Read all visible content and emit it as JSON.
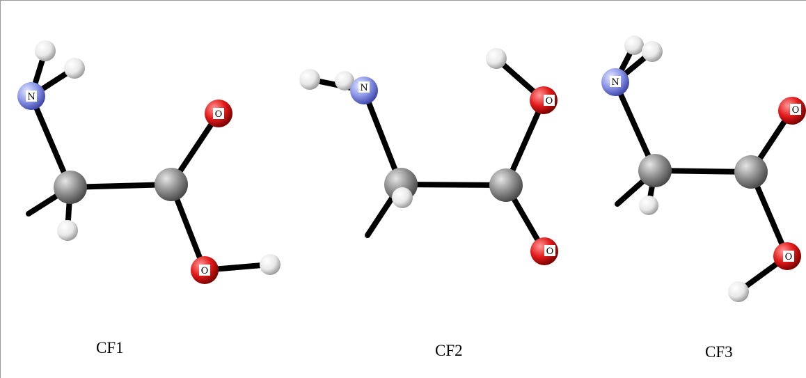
{
  "colors": {
    "carbon": "#8e8e8e",
    "hydrogen": "#f4f4f4",
    "nitrogen": "#8c96e8",
    "oxygen": "#e21a1a",
    "bond": "#000000"
  },
  "molecules": [
    {
      "caption": "CF1",
      "atoms": [
        {
          "element": "N",
          "label": "N"
        },
        {
          "element": "H",
          "label": ""
        },
        {
          "element": "H",
          "label": ""
        },
        {
          "element": "C",
          "label": ""
        },
        {
          "element": "H",
          "label": ""
        },
        {
          "element": "C",
          "label": ""
        },
        {
          "element": "O",
          "label": "O"
        },
        {
          "element": "O",
          "label": "O"
        },
        {
          "element": "H",
          "label": ""
        }
      ]
    },
    {
      "caption": "CF2",
      "atoms": [
        {
          "element": "N",
          "label": "N"
        },
        {
          "element": "H",
          "label": ""
        },
        {
          "element": "H",
          "label": ""
        },
        {
          "element": "C",
          "label": ""
        },
        {
          "element": "H",
          "label": ""
        },
        {
          "element": "C",
          "label": ""
        },
        {
          "element": "O",
          "label": "O"
        },
        {
          "element": "H",
          "label": ""
        },
        {
          "element": "O",
          "label": "O"
        }
      ]
    },
    {
      "caption": "CF3",
      "atoms": [
        {
          "element": "N",
          "label": "N"
        },
        {
          "element": "H",
          "label": ""
        },
        {
          "element": "H",
          "label": ""
        },
        {
          "element": "C",
          "label": ""
        },
        {
          "element": "H",
          "label": ""
        },
        {
          "element": "C",
          "label": ""
        },
        {
          "element": "O",
          "label": "O"
        },
        {
          "element": "O",
          "label": "O"
        },
        {
          "element": "H",
          "label": ""
        }
      ]
    }
  ]
}
